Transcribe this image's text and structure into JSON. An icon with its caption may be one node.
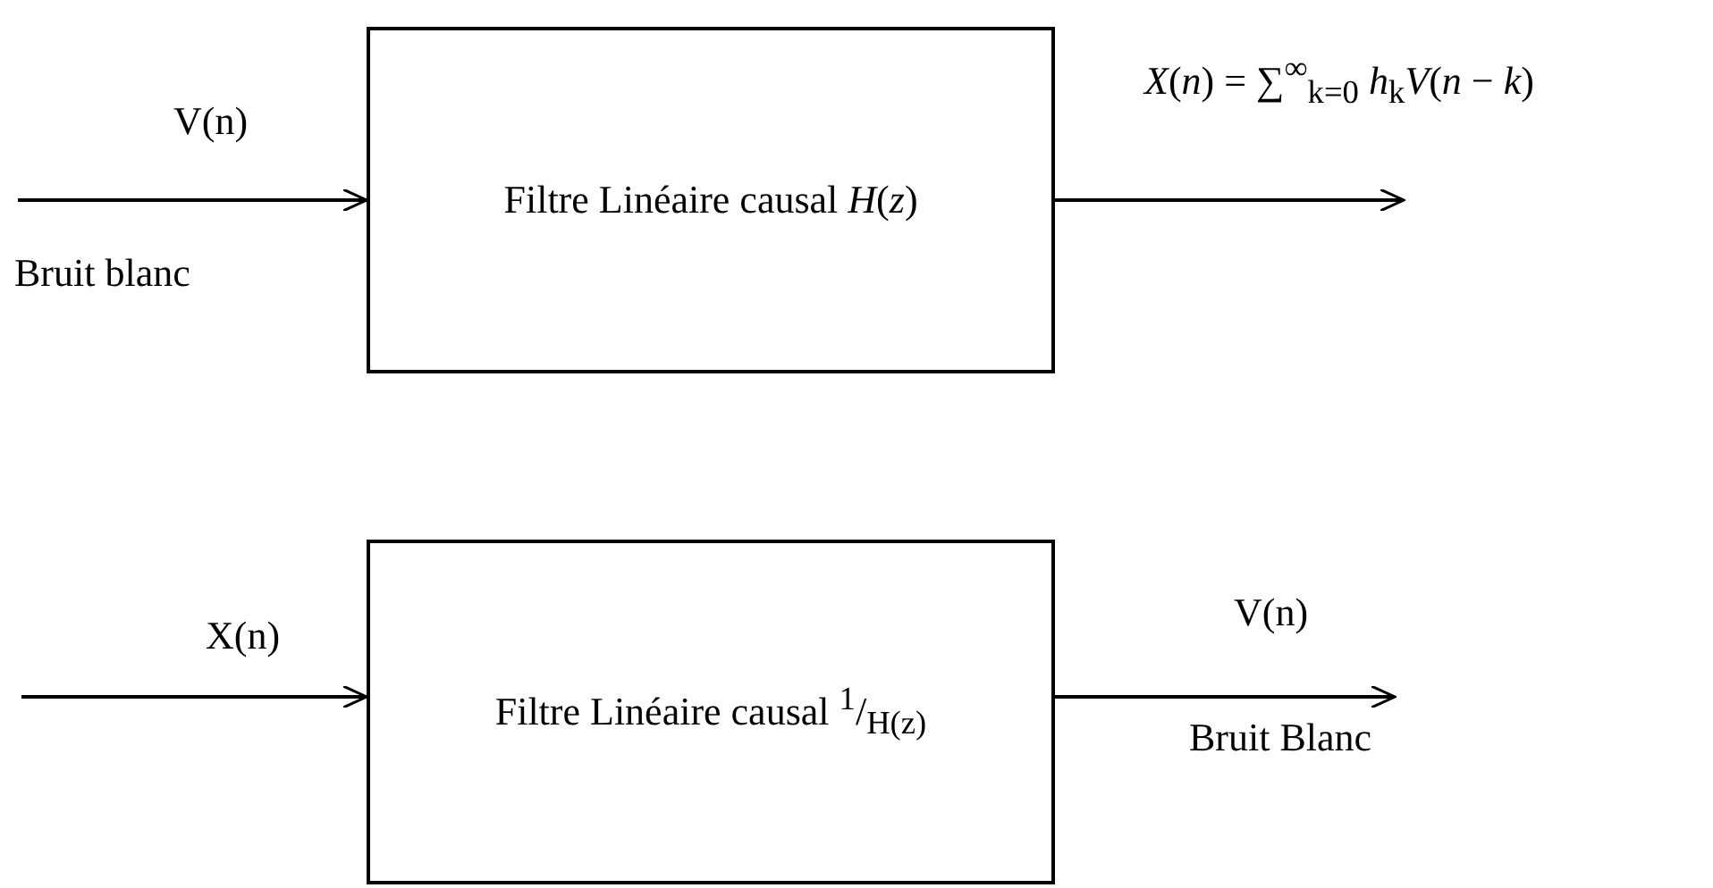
{
  "diagram": {
    "nodes": [
      {
        "text": [
          "Filtre Linéaire causal *H*(*z*)"
        ]
      },
      {
        "text": [
          "Filtre Linéaire causal $^{1}$/$_{H(z)}$"
        ]
      }
    ],
    "edges": [
      {
        "from": null,
        "to": 0,
        "arrow": "to",
        "label": "V(n)"
      },
      {
        "from": 0,
        "to": null,
        "arrow": "to",
        "label": "*X*(*n*) = ∑$^{∞}$$_{k=0}$ *h*$_{k}$*V*(*n* − *k*)"
      },
      {
        "from": null,
        "to": 1,
        "arrow": "to",
        "label": "X(n)"
      },
      {
        "from": 1,
        "to": null,
        "arrow": "to",
        "label": "V(n)"
      }
    ],
    "labels": [
      "Bruit blanc",
      "Bruit Blanc"
    ]
  }
}
